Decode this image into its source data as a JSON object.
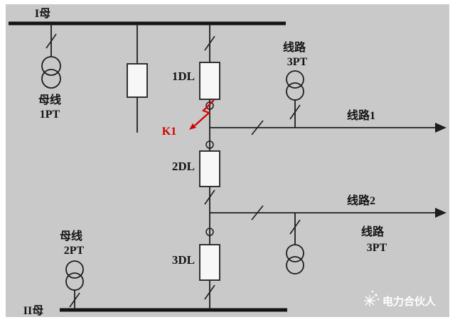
{
  "colors": {
    "background": "#c9c9c9",
    "line": "#1e1e1e",
    "fault": "#d40000",
    "watermark": "#ffffff"
  },
  "labels": {
    "bus1": "I母",
    "bus2": "II母",
    "bus1_pt": [
      "母线",
      "1PT"
    ],
    "bus2_pt": [
      "母线",
      "2PT"
    ],
    "breaker1": "1DL",
    "breaker2": "2DL",
    "breaker3": "3DL",
    "line1": "线路1",
    "line2": "线路2",
    "line1_pt": [
      "线路",
      "3PT"
    ],
    "line2_pt": [
      "线路",
      "3PT"
    ],
    "fault": "K1",
    "watermark": "电力合伙人"
  }
}
